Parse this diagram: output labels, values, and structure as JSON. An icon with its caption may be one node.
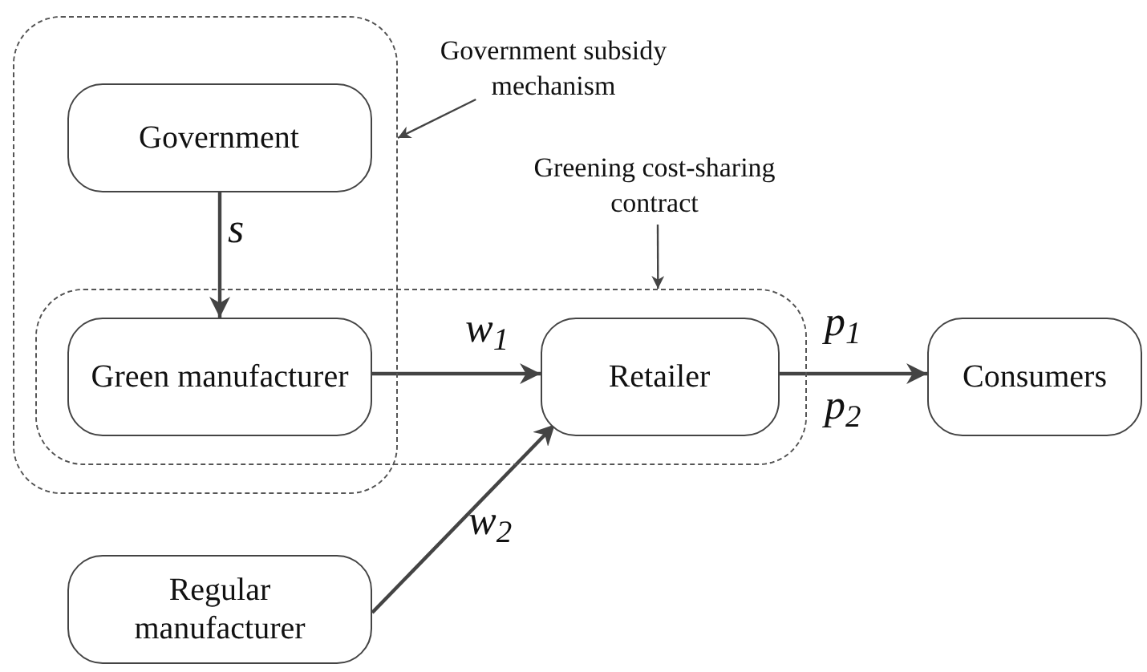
{
  "diagram": {
    "nodes": [
      {
        "text": [
          "Government subsidy mechanism"
        ]
      },
      {
        "text": [],
        "shape": "box"
      },
      {
        "text": [
          "Government"
        ],
        "in": 1
      },
      {
        "text": [
          "Greening cost-sharing contract"
        ]
      },
      {
        "text": [],
        "shape": "box"
      },
      {
        "text": [
          "Green manufacturer"
        ]
      },
      {
        "text": [
          "Retailer"
        ],
        "in": 4
      },
      {
        "text": [
          "Consumers"
        ]
      },
      {
        "text": [
          "Regular manufacturer"
        ]
      }
    ],
    "edges": [
      {
        "from": 0,
        "to": 1,
        "arrow": "to"
      },
      {
        "from": 3,
        "to": 4,
        "arrow": "to"
      },
      {
        "from": 2,
        "to": 5,
        "arrow": "to",
        "label": "s"
      },
      {
        "from": 5,
        "to": 6,
        "arrow": "to",
        "label": "w$_{1}$"
      },
      {
        "from": 8,
        "to": 6,
        "arrow": "to",
        "label": "w$_{2}$"
      },
      {
        "from": 6,
        "to": 7,
        "arrow": "to",
        "label": "p$_{1}$"
      }
    ],
    "labels": [
      "p$_{2}$"
    ]
  }
}
